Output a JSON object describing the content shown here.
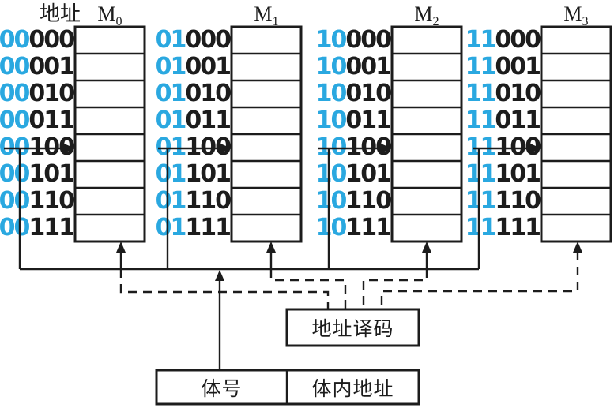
{
  "colors": {
    "accent": "#2aa8e0",
    "ink": "#1c1c1c",
    "background": "#ffffff"
  },
  "address_header": "地址",
  "banks": [
    {
      "name": "M",
      "sub": "0",
      "prefix": "00",
      "rows": [
        "000",
        "001",
        "010",
        "011",
        "100",
        "101",
        "110",
        "111"
      ]
    },
    {
      "name": "M",
      "sub": "1",
      "prefix": "01",
      "rows": [
        "000",
        "001",
        "010",
        "011",
        "100",
        "101",
        "110",
        "111"
      ]
    },
    {
      "name": "M",
      "sub": "2",
      "prefix": "10",
      "rows": [
        "000",
        "001",
        "010",
        "011",
        "100",
        "101",
        "110",
        "111"
      ]
    },
    {
      "name": "M",
      "sub": "3",
      "prefix": "11",
      "rows": [
        "000",
        "001",
        "010",
        "011",
        "100",
        "101",
        "110",
        "111"
      ]
    }
  ],
  "decoder": {
    "label": "地址译码"
  },
  "address_register": {
    "bank_field": "体号",
    "offset_field": "体内地址"
  }
}
